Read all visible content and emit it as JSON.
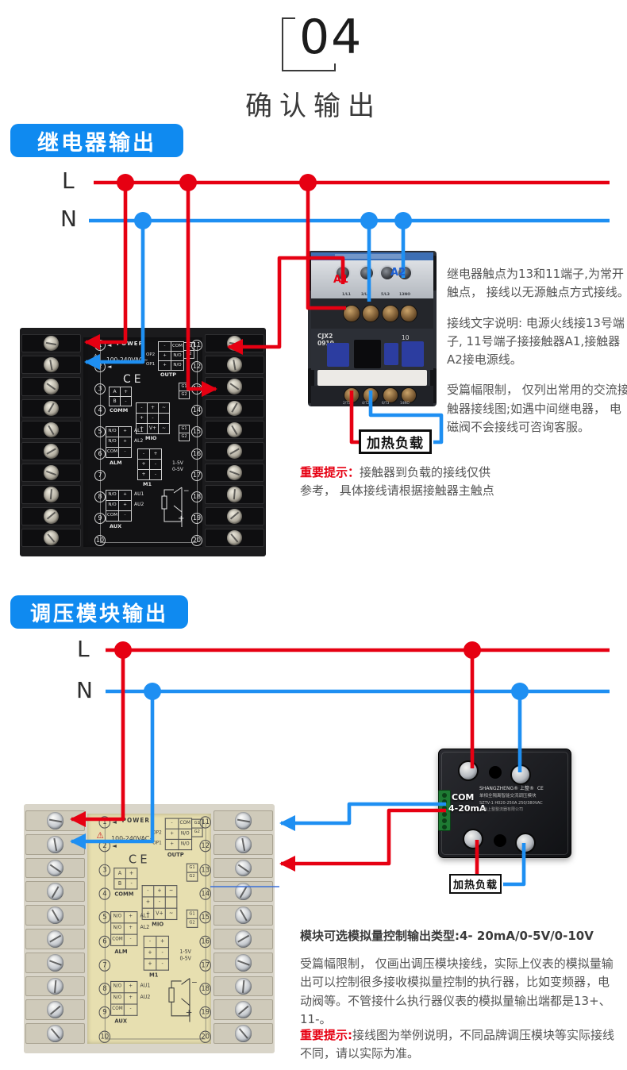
{
  "header": {
    "step_number": "04",
    "title": "确认输出"
  },
  "relay_section": {
    "badge": "继电器输出",
    "l_label": "L",
    "n_label": "N",
    "load_label": "加热负载",
    "contactor": {
      "a1": "A1",
      "a2": "A2",
      "model_line1": "CJX2",
      "model_line2": "0910",
      "aux_code": "10",
      "top_terminals": [
        "1/L1",
        "3/L2",
        "5/L3",
        "13NO"
      ],
      "bottom_terminals": [
        "2/T1",
        "4/T2",
        "6/T3",
        "14NO"
      ]
    },
    "paragraphs": [
      "继电器触点为13和11端子,为常开触点， 接线以无源触点方式接线。",
      "接线文字说明: 电源火线接13号端子, 11号端子接接触器A1,接触器A2接电源线。",
      "受篇幅限制， 仅列出常用的交流接触器接线图;如遇中间继电器， 电磁阀不会接线可咨询客服。"
    ],
    "note_label": "重要提示：",
    "note_text": "接触器到负载的接线仅供参考， 具体接线请根据接触器主触点"
  },
  "module_section": {
    "badge": "调压模块输出",
    "l_label": "L",
    "n_label": "N",
    "load_label": "加热负载",
    "ssr": {
      "com_label": "COM",
      "signal_label": "4-20mA",
      "brand": "SHANGZHENG® 上整®",
      "ce": "CE",
      "desc": "单相全隔离智能交流调压模块",
      "model": "SZTV-1 H020-250A 250/380VAC",
      "company": "上海上整整流器有限公司"
    },
    "intro": "模块可选模拟量控制输出类型:4- 20mA/0-5V/0-10V",
    "paragraph": "受篇幅限制， 仅画出调压模块接线，实际上仪表的模拟量输出可以控制很多接收模拟量控制的执行器，比如变频器，电动阀等。不管接什么执行器仪表的模拟量输出端都是13+、11-。",
    "note_label": "重要提示:",
    "note_text": "接线图为举例说明，不同品牌调压模块等实际接线不同，请以实际为准。"
  },
  "controller": {
    "left_terminal_numbers": [
      1,
      2,
      3,
      4,
      5,
      6,
      7,
      8,
      9,
      10
    ],
    "right_terminal_numbers": [
      11,
      12,
      13,
      14,
      15,
      16,
      17,
      18,
      19,
      20
    ],
    "labels": {
      "power": "POWER",
      "voltage": "100-240VAC~",
      "ce": "CE",
      "comm": "COMM",
      "alm": "ALM",
      "aux": "AUX",
      "outp": "OUTP",
      "mio": "MIO",
      "m1": "M1",
      "al1": "AL1",
      "al2": "AL2",
      "au1": "AU1",
      "au2": "AU2",
      "op1": "OP1",
      "op2": "OP2",
      "g1": "G1",
      "g2": "G2",
      "range1": "1-5V",
      "range2": "0-5V"
    },
    "comm_rows": [
      [
        "A",
        "+"
      ],
      [
        "B",
        "-"
      ]
    ],
    "alm_rows": [
      [
        "N/O",
        "+"
      ],
      [
        "N/O",
        "+"
      ],
      [
        "COM",
        "-"
      ]
    ],
    "aux_rows": [
      [
        "N/O",
        "+"
      ],
      [
        "N/O",
        "+"
      ],
      [
        "COM",
        "-"
      ]
    ],
    "outp_rows": [
      [
        "-",
        "COM"
      ],
      [
        "+",
        "N/O"
      ],
      [
        "+",
        "N/O"
      ]
    ],
    "mio_rows": [
      [
        "-",
        "+",
        "~"
      ],
      [
        "+",
        "-",
        ""
      ],
      [
        "+",
        "V+",
        "~"
      ]
    ],
    "m1_rows": [
      [
        "-",
        "+"
      ],
      [
        "+",
        "-"
      ],
      [
        "+",
        "-"
      ]
    ]
  },
  "colors": {
    "accent_blue": "#0f8af0",
    "wire_red": "#e60012",
    "wire_blue": "#1e8ff2",
    "note_red": "#e60012",
    "text_gray": "#555555"
  }
}
